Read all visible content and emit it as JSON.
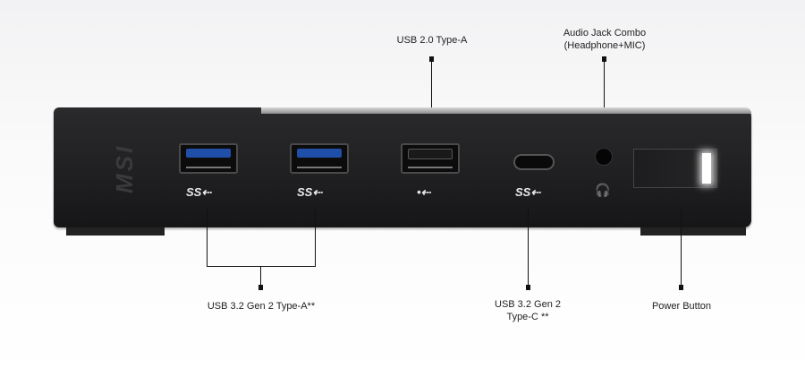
{
  "labels": {
    "usb20": "USB 2.0 Type-A",
    "audio_line1": "Audio Jack Combo",
    "audio_line2": "(Headphone+MIC)",
    "usb32a": "USB 3.2 Gen 2 Type-A**",
    "usb32c_line1": "USB 3.2 Gen 2",
    "usb32c_line2": "Type-C **",
    "power": "Power Button"
  },
  "device": {
    "logo": "MSI",
    "ss_symbol": "SS⇠",
    "usb_symbol": "•⇠",
    "headset_symbol": "🎧"
  },
  "colors": {
    "usb3_blue": "#1f4fa8",
    "usb2_black": "#1a1a1a",
    "body": "#1f1f21",
    "led": "#ffffff"
  }
}
